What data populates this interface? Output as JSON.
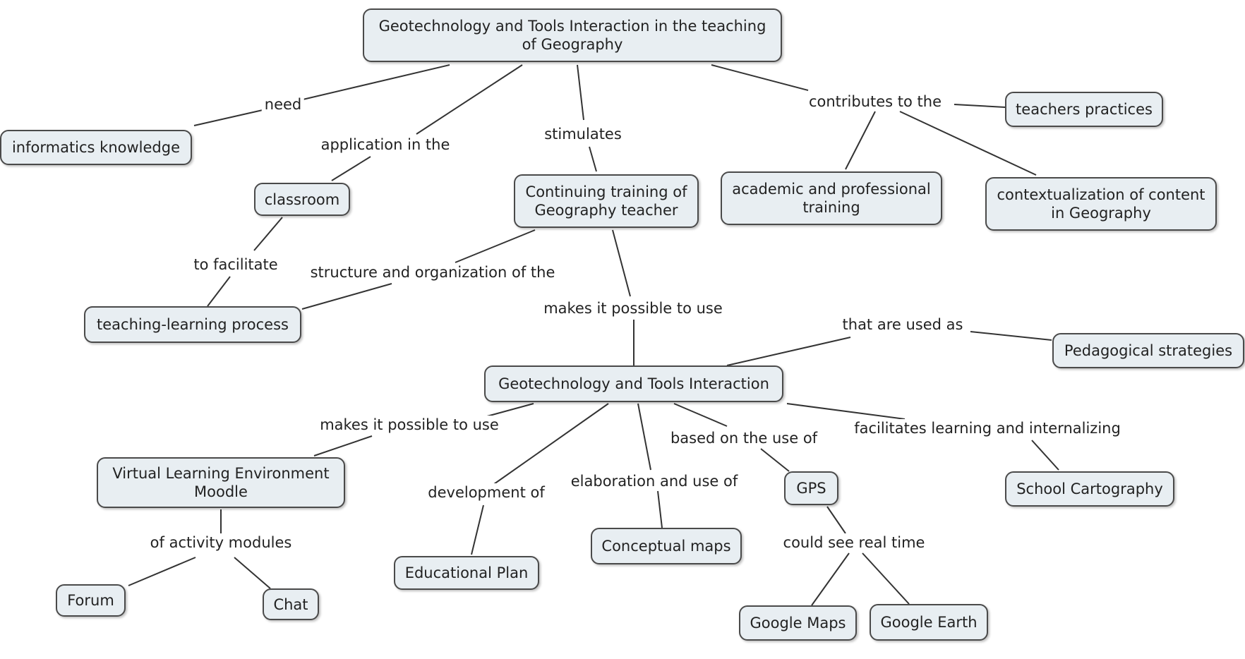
{
  "nodes": {
    "root": "Geotechnology and Tools Interaction in the teaching\nof Geography",
    "informatics": "informatics knowledge",
    "classroom": "classroom",
    "continuing": "Continuing training of\nGeography teacher",
    "academic": "academic and professional\ntraining",
    "teachers": "teachers practices",
    "contextual": "contextualization of content\nin Geography",
    "teaching": "teaching-learning process",
    "pedagogical": "Pedagogical strategies",
    "geotech": "Geotechnology and Tools Interaction",
    "moodle": "Virtual Learning Environment\nMoodle",
    "forum": "Forum",
    "chat": "Chat",
    "edplan": "Educational Plan",
    "concmaps": "Conceptual maps",
    "gps": "GPS",
    "schoolcart": "School Cartography",
    "gmaps": "Google Maps",
    "gearth": "Google Earth"
  },
  "links": {
    "need": "need",
    "application": "application in the",
    "stimulates": "stimulates",
    "contributes": "contributes to the",
    "facilitate": "to facilitate",
    "structure": "structure and organization of the",
    "possible1": "makes it possible to use",
    "usedas": "that are used as",
    "possible2": "makes it possible to use",
    "development": "development of",
    "elaboration": "elaboration and use of",
    "basedon": "based on the use of",
    "facilitates": "facilitates learning and internalizing",
    "activity": "of activity modules",
    "realtime": "could see real time"
  }
}
